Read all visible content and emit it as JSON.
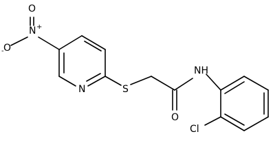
{
  "atoms": {
    "oxygen_top": "O",
    "nitro_nitrogen": "N",
    "nitro_nitrogen_charge": "+",
    "oxygen_left": "O",
    "oxygen_left_charge": "-",
    "pyridine_nitrogen": "N",
    "sulfur": "S",
    "carbonyl_oxygen": "O",
    "amide_nh": "NH",
    "chlorine": "Cl"
  }
}
